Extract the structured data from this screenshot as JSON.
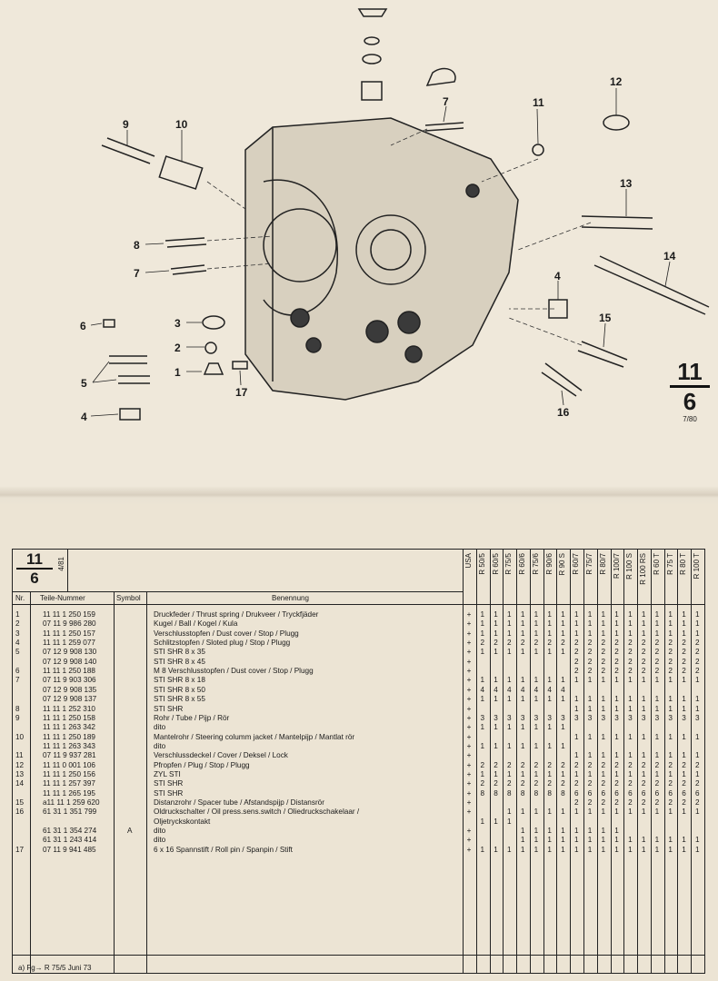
{
  "diagram": {
    "callouts": [
      "1",
      "2",
      "3",
      "4",
      "4",
      "5",
      "6",
      "7",
      "7",
      "8",
      "9",
      "10",
      "11",
      "12",
      "13",
      "14",
      "15",
      "16",
      "17"
    ],
    "page_ref": {
      "group": "11",
      "page": "6",
      "date": "7/80"
    }
  },
  "table": {
    "ref_group": "11",
    "ref_page": "6",
    "ref_date": "4/81",
    "headers": {
      "nr": "Nr.",
      "part": "Teile-Nummer",
      "symbol": "Symbol",
      "name": "Benennung"
    },
    "models": [
      "USA",
      "R 50/5",
      "R 60/5",
      "R 75/5",
      "R 60/6",
      "R 75/6",
      "R 90/6",
      "R 90 S",
      "R 60/7",
      "R 75/7",
      "R 80/7",
      "R 100/7",
      "R 100 S",
      "R 100 RS",
      "R 60 T",
      "R 75 T",
      "R 80 T",
      "R 100 T"
    ],
    "rows": [
      {
        "nr": "1",
        "part": "11 11 1 250 159",
        "sym": "",
        "name": "Druckfeder / Thrust spring / Drukveer / Tryckfjäder",
        "q": [
          "+",
          "1",
          "1",
          "1",
          "1",
          "1",
          "1",
          "1",
          "1",
          "1",
          "1",
          "1",
          "1",
          "1",
          "1",
          "1",
          "1",
          "1"
        ]
      },
      {
        "nr": "2",
        "part": "07 11 9 986 280",
        "sym": "",
        "name": "Kugel / Ball / Kogel / Kula",
        "q": [
          "+",
          "1",
          "1",
          "1",
          "1",
          "1",
          "1",
          "1",
          "1",
          "1",
          "1",
          "1",
          "1",
          "1",
          "1",
          "1",
          "1",
          "1"
        ]
      },
      {
        "nr": "3",
        "part": "11 11 1 250 157",
        "sym": "",
        "name": "Verschlusstopfen / Dust cover / Stop / Plugg",
        "q": [
          "+",
          "1",
          "1",
          "1",
          "1",
          "1",
          "1",
          "1",
          "1",
          "1",
          "1",
          "1",
          "1",
          "1",
          "1",
          "1",
          "1",
          "1"
        ]
      },
      {
        "nr": "4",
        "part": "11 11 1 259 077",
        "sym": "",
        "name": "Schlitzstopfen / Sloted plug / Stop / Plugg",
        "q": [
          "+",
          "2",
          "2",
          "2",
          "2",
          "2",
          "2",
          "2",
          "2",
          "2",
          "2",
          "2",
          "2",
          "2",
          "2",
          "2",
          "2",
          "2"
        ]
      },
      {
        "nr": "5",
        "part": "07 12 9 908 130",
        "sym": "",
        "name": "STI SHR 8 x 35",
        "q": [
          "+",
          "1",
          "1",
          "1",
          "1",
          "1",
          "1",
          "1",
          "2",
          "2",
          "2",
          "2",
          "2",
          "2",
          "2",
          "2",
          "2",
          "2"
        ]
      },
      {
        "nr": "",
        "part": "07 12 9 908 140",
        "sym": "",
        "name": "STI SHR 8 x 45",
        "q": [
          "+",
          "",
          "",
          "",
          "",
          "",
          "",
          "",
          "2",
          "2",
          "2",
          "2",
          "2",
          "2",
          "2",
          "2",
          "2",
          "2"
        ]
      },
      {
        "nr": "6",
        "part": "11 11 1 250 188",
        "sym": "",
        "name": "M 8  Verschlusstopfen / Dust cover / Stop / Plugg",
        "q": [
          "+",
          "",
          "",
          "",
          "",
          "",
          "",
          "",
          "2",
          "2",
          "2",
          "2",
          "2",
          "2",
          "2",
          "2",
          "2",
          "2"
        ]
      },
      {
        "nr": "7",
        "part": "07 11 9 903 306",
        "sym": "",
        "name": "STI SHR 8 x 18",
        "q": [
          "+",
          "1",
          "1",
          "1",
          "1",
          "1",
          "1",
          "1",
          "1",
          "1",
          "1",
          "1",
          "1",
          "1",
          "1",
          "1",
          "1",
          "1"
        ]
      },
      {
        "nr": "",
        "part": "07 12 9 908 135",
        "sym": "",
        "name": "STI SHR 8 x 50",
        "q": [
          "+",
          "4",
          "4",
          "4",
          "4",
          "4",
          "4",
          "4",
          "",
          "",
          "",
          "",
          "",
          "",
          "",
          "",
          "",
          ""
        ]
      },
      {
        "nr": "",
        "part": "07 12 9 908 137",
        "sym": "",
        "name": "STI SHR 8 x 55",
        "q": [
          "+",
          "1",
          "1",
          "1",
          "1",
          "1",
          "1",
          "1",
          "1",
          "1",
          "1",
          "1",
          "1",
          "1",
          "1",
          "1",
          "1",
          "1"
        ]
      },
      {
        "nr": "8",
        "part": "11 11 1 252 310",
        "sym": "",
        "name": "STI SHR",
        "q": [
          "+",
          "",
          "",
          "",
          "",
          "",
          "",
          "",
          "1",
          "1",
          "1",
          "1",
          "1",
          "1",
          "1",
          "1",
          "1",
          "1"
        ]
      },
      {
        "nr": "9",
        "part": "11 11 1 250 158",
        "sym": "",
        "name": "Rohr / Tube / Pijp / Rör",
        "q": [
          "+",
          "3",
          "3",
          "3",
          "3",
          "3",
          "3",
          "3",
          "3",
          "3",
          "3",
          "3",
          "3",
          "3",
          "3",
          "3",
          "3",
          "3"
        ]
      },
      {
        "nr": "",
        "part": "11 11 1 263 342",
        "sym": "",
        "name": "dito",
        "q": [
          "+",
          "1",
          "1",
          "1",
          "1",
          "1",
          "1",
          "1",
          "",
          "",
          "",
          "",
          "",
          "",
          "",
          "",
          "",
          ""
        ]
      },
      {
        "nr": "10",
        "part": "11 11 1 250 189",
        "sym": "",
        "name": "Mantelrohr / Steering columm jacket / Mantelpijp / Mantlat rör",
        "q": [
          "+",
          "",
          "",
          "",
          "",
          "",
          "",
          "",
          "1",
          "1",
          "1",
          "1",
          "1",
          "1",
          "1",
          "1",
          "1",
          "1"
        ]
      },
      {
        "nr": "",
        "part": "11 11 1 263 343",
        "sym": "",
        "name": "dito",
        "q": [
          "+",
          "1",
          "1",
          "1",
          "1",
          "1",
          "1",
          "1",
          "",
          "",
          "",
          "",
          "",
          "",
          "",
          "",
          "",
          ""
        ]
      },
      {
        "nr": "11",
        "part": "07 11 9 937 281",
        "sym": "",
        "name": "Verschlussdeckel / Cover / Deksel / Lock",
        "q": [
          "+",
          "",
          "",
          "",
          "",
          "",
          "",
          "",
          "1",
          "1",
          "1",
          "1",
          "1",
          "1",
          "1",
          "1",
          "1",
          "1"
        ]
      },
      {
        "nr": "12",
        "part": "11 11 0 001 106",
        "sym": "",
        "name": "Pfropfen / Plug / Stop / Plugg",
        "q": [
          "+",
          "2",
          "2",
          "2",
          "2",
          "2",
          "2",
          "2",
          "2",
          "2",
          "2",
          "2",
          "2",
          "2",
          "2",
          "2",
          "2",
          "2"
        ]
      },
      {
        "nr": "13",
        "part": "11 11 1 250 156",
        "sym": "",
        "name": "ZYL STI",
        "q": [
          "+",
          "1",
          "1",
          "1",
          "1",
          "1",
          "1",
          "1",
          "1",
          "1",
          "1",
          "1",
          "1",
          "1",
          "1",
          "1",
          "1",
          "1"
        ]
      },
      {
        "nr": "14",
        "part": "11 11 1 257 397",
        "sym": "",
        "name": "STI SHR",
        "q": [
          "+",
          "2",
          "2",
          "2",
          "2",
          "2",
          "2",
          "2",
          "2",
          "2",
          "2",
          "2",
          "2",
          "2",
          "2",
          "2",
          "2",
          "2"
        ]
      },
      {
        "nr": "",
        "part": "11 11 1 265 195",
        "sym": "",
        "name": "STI SHR",
        "q": [
          "+",
          "8",
          "8",
          "8",
          "8",
          "8",
          "8",
          "8",
          "6",
          "6",
          "6",
          "6",
          "6",
          "6",
          "6",
          "6",
          "6",
          "6"
        ]
      },
      {
        "nr": "15",
        "part": "a11 11 1 259 620",
        "sym": "",
        "name": "Distanzrohr / Spacer tube / Afstandspijp / Distansrör",
        "q": [
          "+",
          "",
          "",
          "",
          "",
          "",
          "",
          "",
          "2",
          "2",
          "2",
          "2",
          "2",
          "2",
          "2",
          "2",
          "2",
          "2"
        ]
      },
      {
        "nr": "16",
        "part": "61 31 1 351 799",
        "sym": "",
        "name": "Oldruckschalter / Oil press.sens.switch / Oliedruckschakelaar /",
        "q": [
          "+",
          "",
          "",
          "1",
          "1",
          "1",
          "1",
          "1",
          "1",
          "1",
          "1",
          "1",
          "1",
          "1",
          "1",
          "1",
          "1",
          "1"
        ]
      },
      {
        "nr": "",
        "part": "",
        "sym": "",
        "name": "Oljetryckskontakt",
        "q": [
          "",
          "1",
          "1",
          "1",
          "",
          "",
          "",
          "",
          "",
          "",
          "",
          "",
          "",
          "",
          "",
          "",
          "",
          ""
        ]
      },
      {
        "nr": "",
        "part": "61 31 1 354 274",
        "sym": "A",
        "name": "dito",
        "q": [
          "+",
          "",
          "",
          "",
          "1",
          "1",
          "1",
          "1",
          "1",
          "1",
          "1",
          "1",
          "",
          "",
          "",
          "",
          "",
          ""
        ]
      },
      {
        "nr": "",
        "part": "61 31 1 243 414",
        "sym": "",
        "name": "dito",
        "q": [
          "+",
          "",
          "",
          "",
          "1",
          "1",
          "1",
          "1",
          "1",
          "1",
          "1",
          "1",
          "1",
          "1",
          "1",
          "1",
          "1",
          "1"
        ]
      },
      {
        "nr": "17",
        "part": "07 11 9 941 485",
        "sym": "",
        "name": "6 x 16  Spannstift / Roll pin / Spanpin / Stift",
        "q": [
          "+",
          "1",
          "1",
          "1",
          "1",
          "1",
          "1",
          "1",
          "1",
          "1",
          "1",
          "1",
          "1",
          "1",
          "1",
          "1",
          "1",
          "1"
        ]
      }
    ],
    "footnote": "a)   Fg→  R 75/5  Juni 73"
  }
}
